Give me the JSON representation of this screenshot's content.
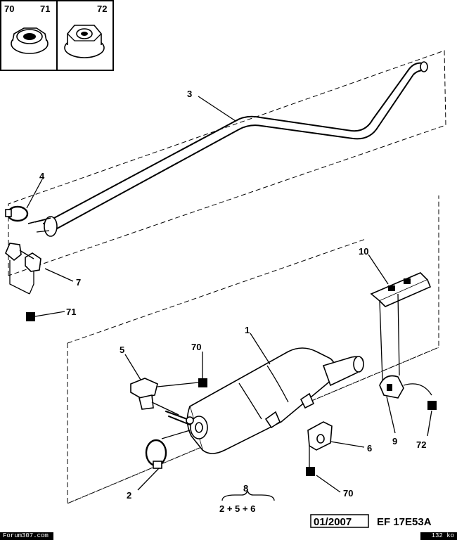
{
  "inset": {
    "labels": [
      "70",
      "71",
      "72"
    ]
  },
  "callouts": {
    "c1": "1",
    "c2": "2",
    "c3": "3",
    "c4": "4",
    "c5": "5",
    "c6": "6",
    "c7": "7",
    "c9": "9",
    "c10": "10",
    "c70a": "70",
    "c70b": "70",
    "c71": "71",
    "c72": "72",
    "c8": "8"
  },
  "kit_formula": "2 + 5 + 6",
  "footer": {
    "date": "01/2007",
    "ref": "EF 17E53A",
    "site": "Forum307.com",
    "size": "132 ko"
  }
}
